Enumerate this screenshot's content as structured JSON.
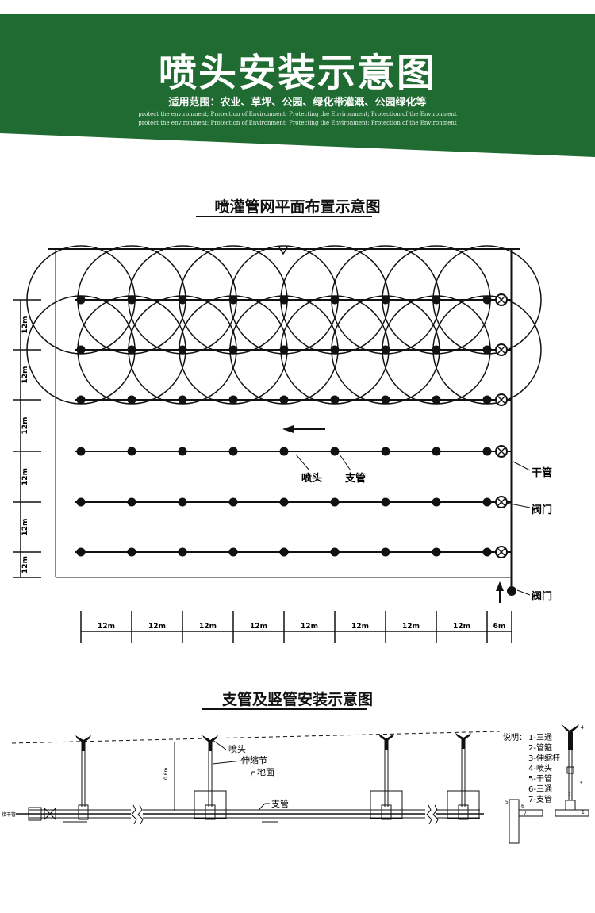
{
  "banner": {
    "title": "喷头安装示意图",
    "scope": "适用范围：农业、草坪、公园、绿化带灌溉、公园绿化等",
    "slogan_1": "protect the environment; Protection of Environment; Protecting the Environment; Protection of the Environment",
    "slogan_2": "protect the environment; Protection of Environment; Protecting the Environment; Protection of the Environment",
    "color": "#1f6b32"
  },
  "plan": {
    "title": "喷灌管网平面布置示意图",
    "label_sprinkler": "喷头",
    "label_branch": "支管",
    "label_main": "干管",
    "label_valve_1": "阀门",
    "label_valve_2": "阀门",
    "spacing_labels": [
      "12m",
      "12m",
      "12m",
      "12m",
      "12m",
      "12m",
      "12m",
      "12m",
      "6m"
    ],
    "row_spacing_labels": [
      "12m",
      "12m",
      "12m",
      "12m",
      "12m",
      "12m"
    ]
  },
  "install": {
    "title": "支管及竖管安装示意图",
    "label_sprinkler": "喷头",
    "label_telescopic": "伸缩节",
    "label_ground": "地面",
    "label_branch": "支管",
    "label_height": "0.6m",
    "label_main_left": "接干管",
    "legend_title": "说明：",
    "legend": [
      "1-三通",
      "2-管箍",
      "3-伸缩杆",
      "4-喷头",
      "5-干管",
      "6-三通",
      "7-支管"
    ],
    "detail_numbers": [
      "1",
      "2",
      "3",
      "4",
      "5",
      "6",
      "7"
    ]
  }
}
